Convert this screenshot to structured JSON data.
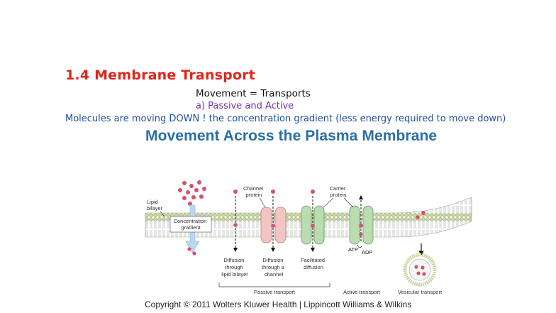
{
  "slide": {
    "title": "1.4 Membrane Transport",
    "line1": "Movement = Transports",
    "line2": "a)   Passive and Active",
    "line3": "Molecules are moving DOWN ! the concentration gradient (less energy required to move down)"
  },
  "figure": {
    "title": "Movement Across the Plasma Membrane",
    "labels": {
      "lipid_bilayer": [
        "Lipid",
        "bilayer"
      ],
      "concentration_gradient": [
        "Concentration",
        "gradient"
      ],
      "channel_protein": [
        "Channel",
        "protein"
      ],
      "carrier_protein": [
        "Carrier",
        "protein"
      ],
      "atp": "ATP",
      "adp": "ADP",
      "diffusion_lipid": [
        "Diffusion",
        "through",
        "lipid bilayer"
      ],
      "diffusion_channel": [
        "Diffusion",
        "through a",
        "channel"
      ],
      "facilitated": [
        "Facilitated",
        "diffusion"
      ],
      "passive_transport": "Passive transport",
      "active_transport": "Active transport",
      "vesicular_transport": "Vesicular transport"
    },
    "copyright": "Copyright © 2011 Wolters Kluwer Health | Lippincott Williams & Wilkins"
  },
  "colors": {
    "title_red": "#e0261d",
    "purple": "#7b2fa8",
    "blue_text": "#1f4e9e",
    "figure_title": "#2a6fa8",
    "molecule": "#d94f6a",
    "channel_fill": "#f3c4c4",
    "carrier_fill": "#b9dcb0",
    "membrane_head": "#c9d6a0"
  }
}
